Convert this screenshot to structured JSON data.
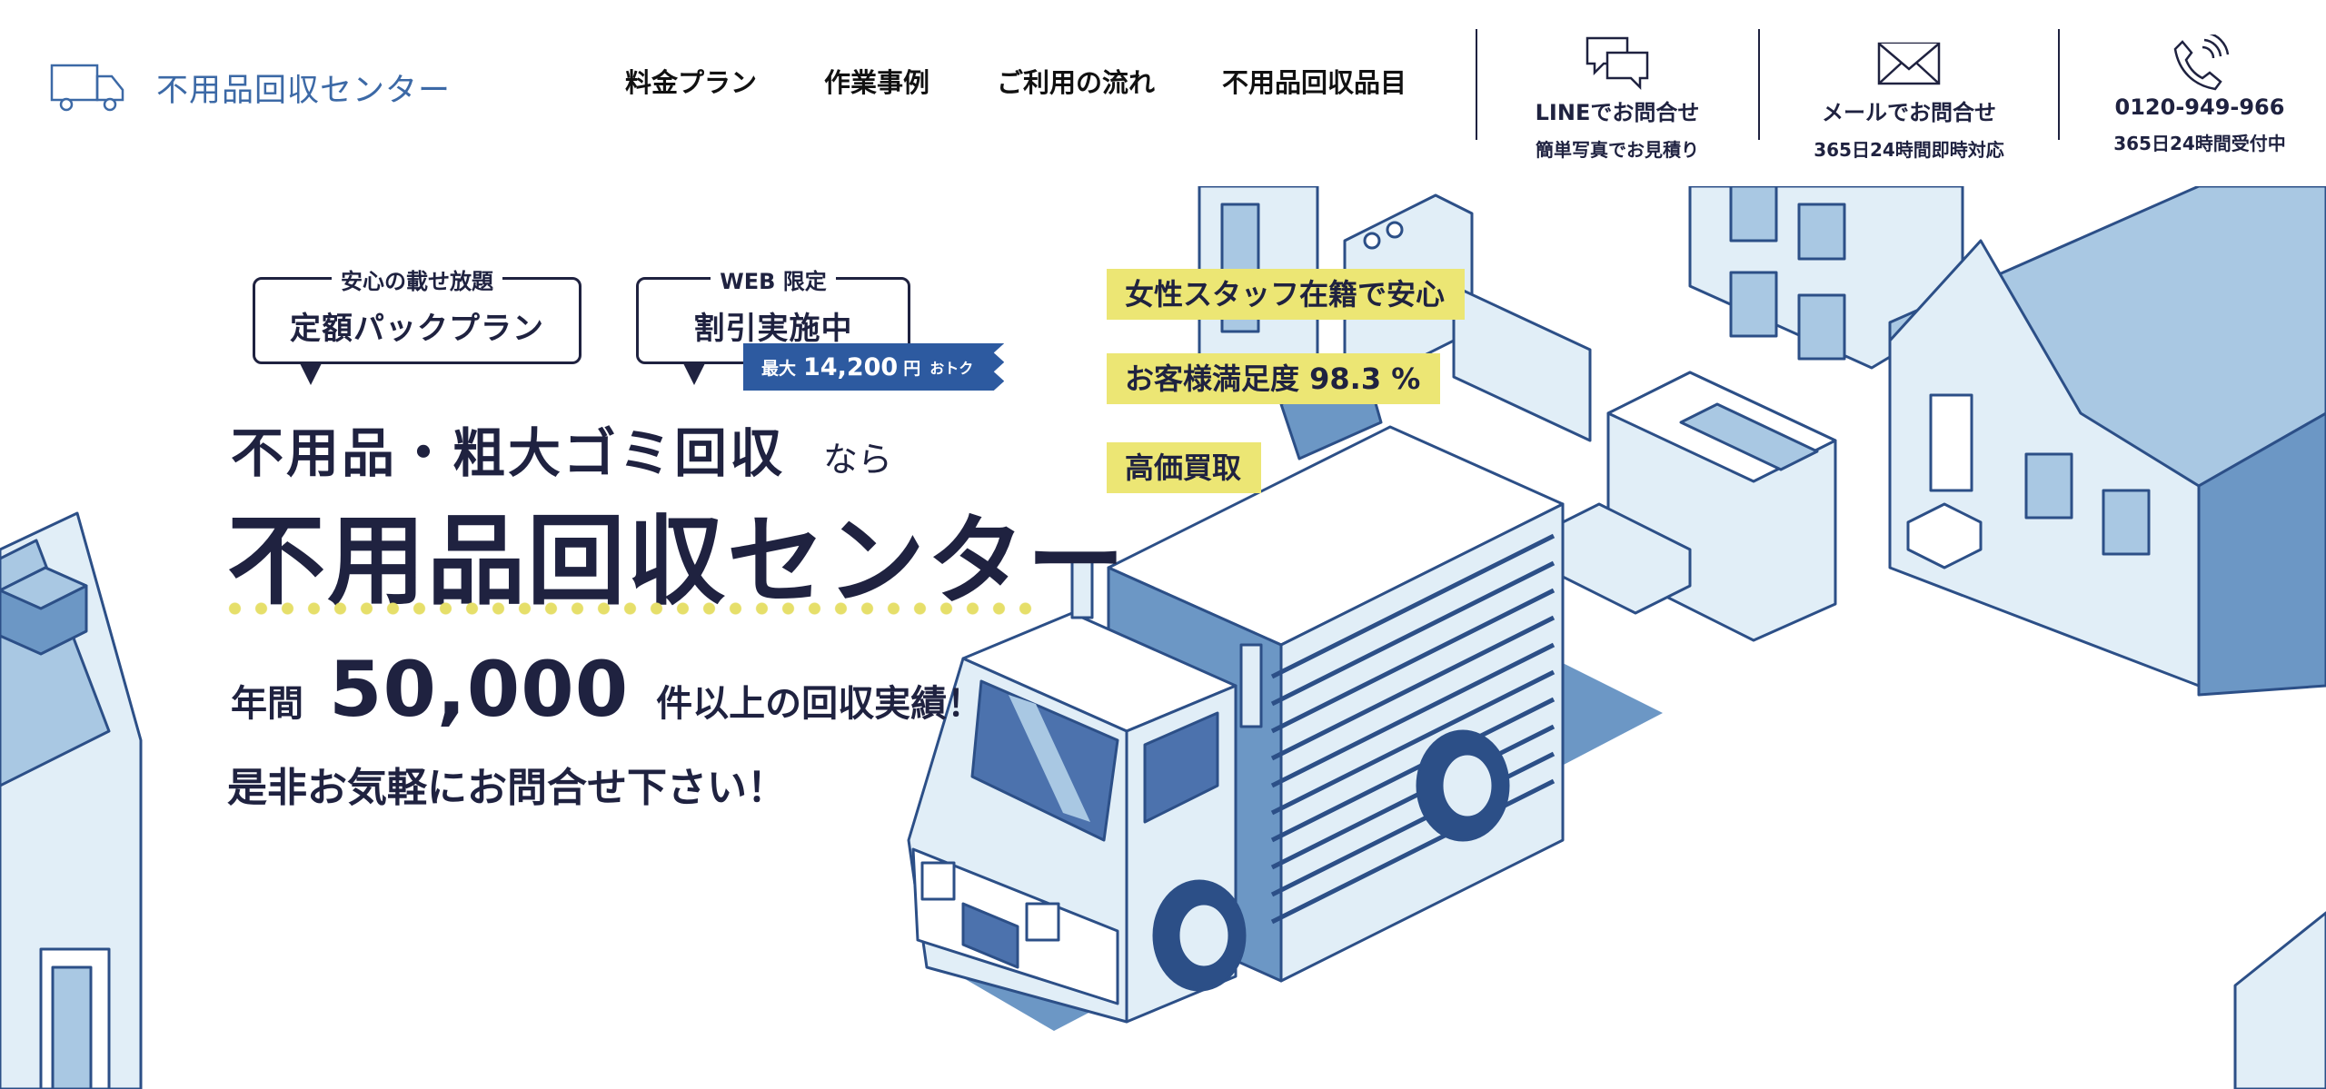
{
  "header": {
    "logo_text": "不用品回収センター",
    "nav": [
      "料金プラン",
      "作業事例",
      "ご利用の流れ",
      "不用品回収品目"
    ],
    "contacts": [
      {
        "icon": "chat-bubbles-icon",
        "main": "LINEでお問合せ",
        "sub": "簡単写真でお見積り"
      },
      {
        "icon": "envelope-icon",
        "main": "メールでお問合せ",
        "sub": "365日24時間即時対応"
      },
      {
        "icon": "phone-icon",
        "main": "0120-949-966",
        "sub": "365日24時間受付中"
      }
    ]
  },
  "hero": {
    "bubble1": {
      "top": "安心の載せ放題",
      "main": "定額パックプラン"
    },
    "bubble2": {
      "top": "WEB 限定",
      "main": "割引実施中"
    },
    "discount": {
      "prefix": "最大",
      "amount": "14,200",
      "unit": "円",
      "suffix": "おトク"
    },
    "headline1": "不用品・粗大ゴミ回収",
    "headline1_suffix": "なら",
    "title": "不用品回収センター",
    "stat_prefix": "年間",
    "stat_number": "50,000",
    "stat_suffix": "件以上の回収実績！",
    "subtitle": "是非お気軽にお問合せ下さい！",
    "tags": [
      "女性スタッフ在籍で安心",
      "お客様満足度 98.3 %",
      "高価買取"
    ]
  },
  "colors": {
    "navy": "#1f2240",
    "brand_blue": "#3c69a6",
    "illustration_blue": "#6c97c5",
    "light_blue": "#a9c8e3",
    "pale_blue": "#e1eef7",
    "yellow": "#ece674",
    "discount_blue": "#2d5aa0"
  }
}
